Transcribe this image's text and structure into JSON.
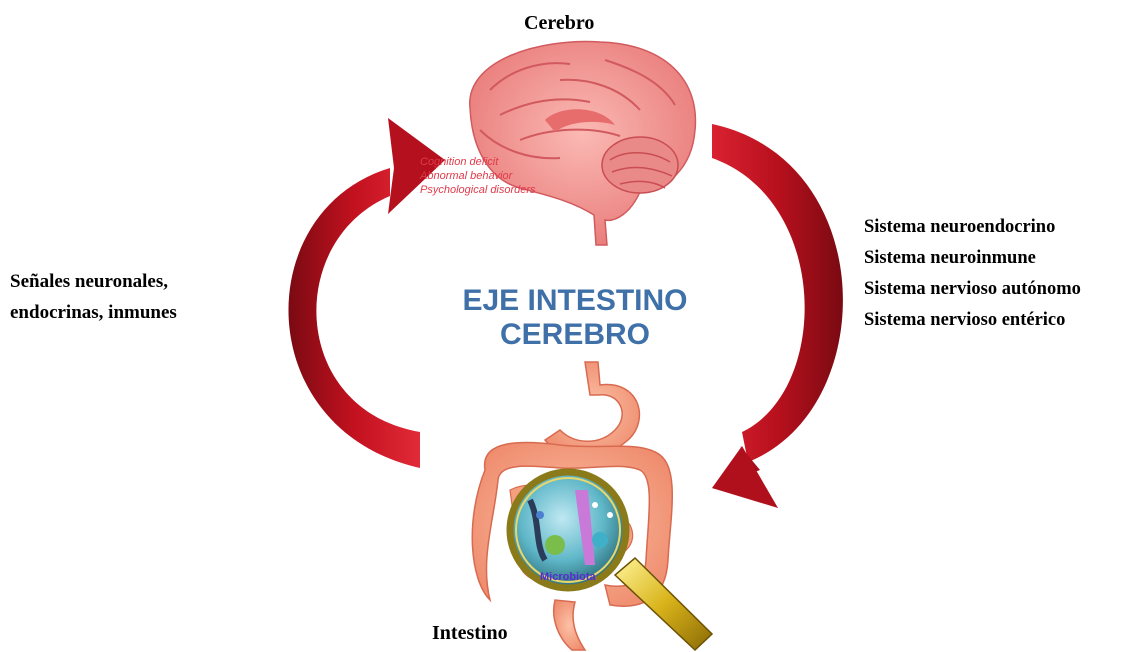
{
  "labels": {
    "brain": "Cerebro",
    "gut": "Intestino",
    "center": "EJE INTESTINO CEREBRO"
  },
  "left_signals": [
    "Señales neuronales,",
    "endocrinas, inmunes"
  ],
  "right_systems": [
    "Sistema neuroendocrino",
    "Sistema neuroinmune",
    "Sistema nervioso autónomo",
    "Sistema nervioso entérico"
  ],
  "brain_annotations": [
    "Cognition deficit",
    "Abnormal behavior",
    "Psychological disorders"
  ],
  "microbiota_label": "Microbiota",
  "colors": {
    "arrow": "#a8101c",
    "arrow_dark": "#6e0a12",
    "title_blue": "#3f71a8",
    "brain_pink": "#f08a8a",
    "gut_pink": "#f6a183"
  }
}
